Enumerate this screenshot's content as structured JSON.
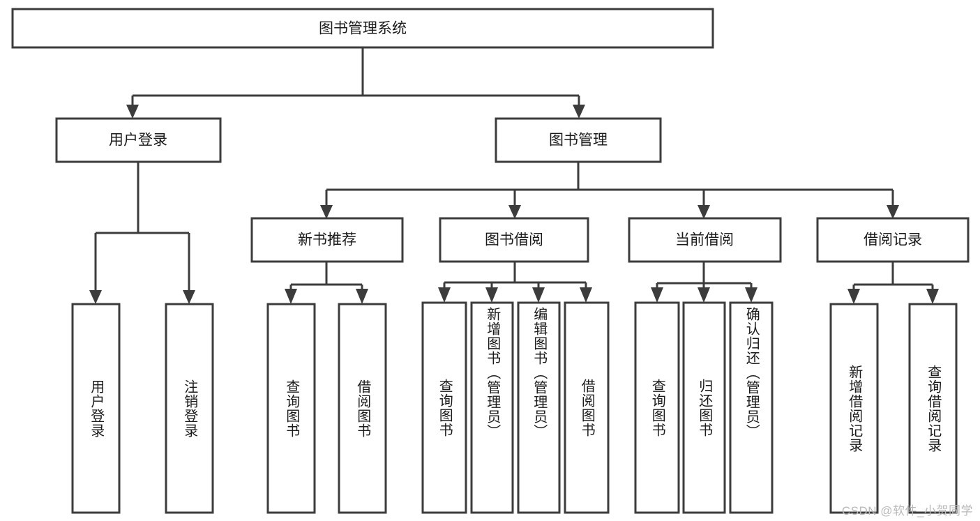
{
  "diagram": {
    "type": "tree-hierarchy",
    "title": "图书管理系统",
    "watermark": "CSDN @软件_小贺同学",
    "colors": {
      "box_stroke": "#3c3c3c",
      "box_fill": "#ffffff",
      "text": "#1a1a1a",
      "background": "#ffffff",
      "watermark": "#b9b9b9"
    },
    "levels": {
      "root": {
        "label": "图书管理系统"
      },
      "level2": [
        {
          "label": "用户登录"
        },
        {
          "label": "图书管理"
        }
      ],
      "level3": [
        {
          "label": "新书推荐"
        },
        {
          "label": "图书借阅"
        },
        {
          "label": "当前借阅"
        },
        {
          "label": "借阅记录"
        }
      ],
      "leaves": {
        "user_login": [
          {
            "label": "用户登录"
          },
          {
            "label": "注销登录"
          }
        ],
        "new_book_recommend": [
          {
            "label": "查询图书"
          },
          {
            "label": "借阅图书"
          }
        ],
        "book_borrow": [
          {
            "label": "查询图书"
          },
          {
            "label": "新增图书（管理员）"
          },
          {
            "label": "编辑图书（管理员）"
          },
          {
            "label": "借阅图书"
          }
        ],
        "current_borrow": [
          {
            "label": "查询图书"
          },
          {
            "label": "归还图书"
          },
          {
            "label": "确认归还（管理员）"
          }
        ],
        "borrow_record": [
          {
            "label": "新增借阅记录"
          },
          {
            "label": "查询借阅记录"
          }
        ]
      }
    }
  }
}
